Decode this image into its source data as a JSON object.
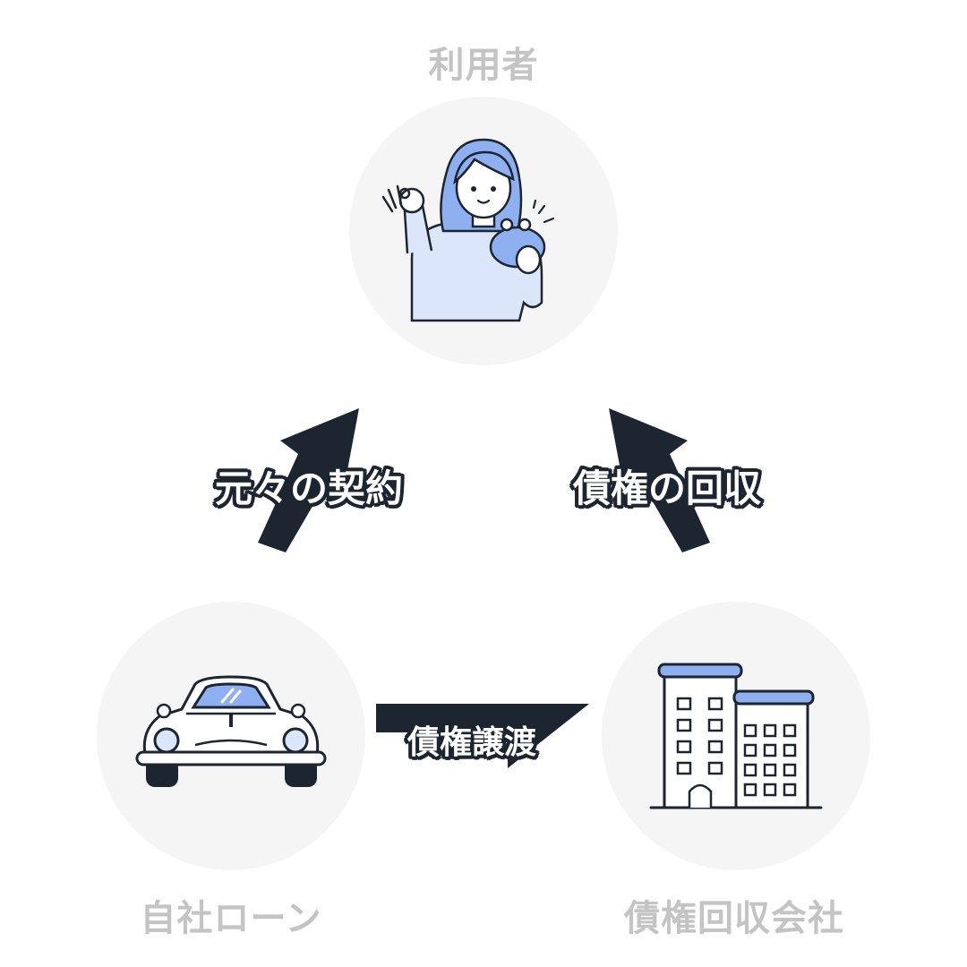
{
  "nodes": {
    "user": {
      "label": "利用者"
    },
    "lender": {
      "label": "自社ローン"
    },
    "collector": {
      "label": "債権回収会社"
    }
  },
  "edges": {
    "original_contract": {
      "label": "元々の契約"
    },
    "collection": {
      "label": "債権の回収"
    },
    "transfer": {
      "label": "債権譲渡"
    }
  },
  "colors": {
    "arrow": "#1c2530",
    "circle": "#f6f5f5",
    "node_label": "#c4c4c4",
    "accent_blue": "#8fb0f0",
    "light_blue": "#dbe6fb"
  },
  "icons": [
    "woman-with-purse-icon",
    "car-icon",
    "office-building-icon"
  ]
}
